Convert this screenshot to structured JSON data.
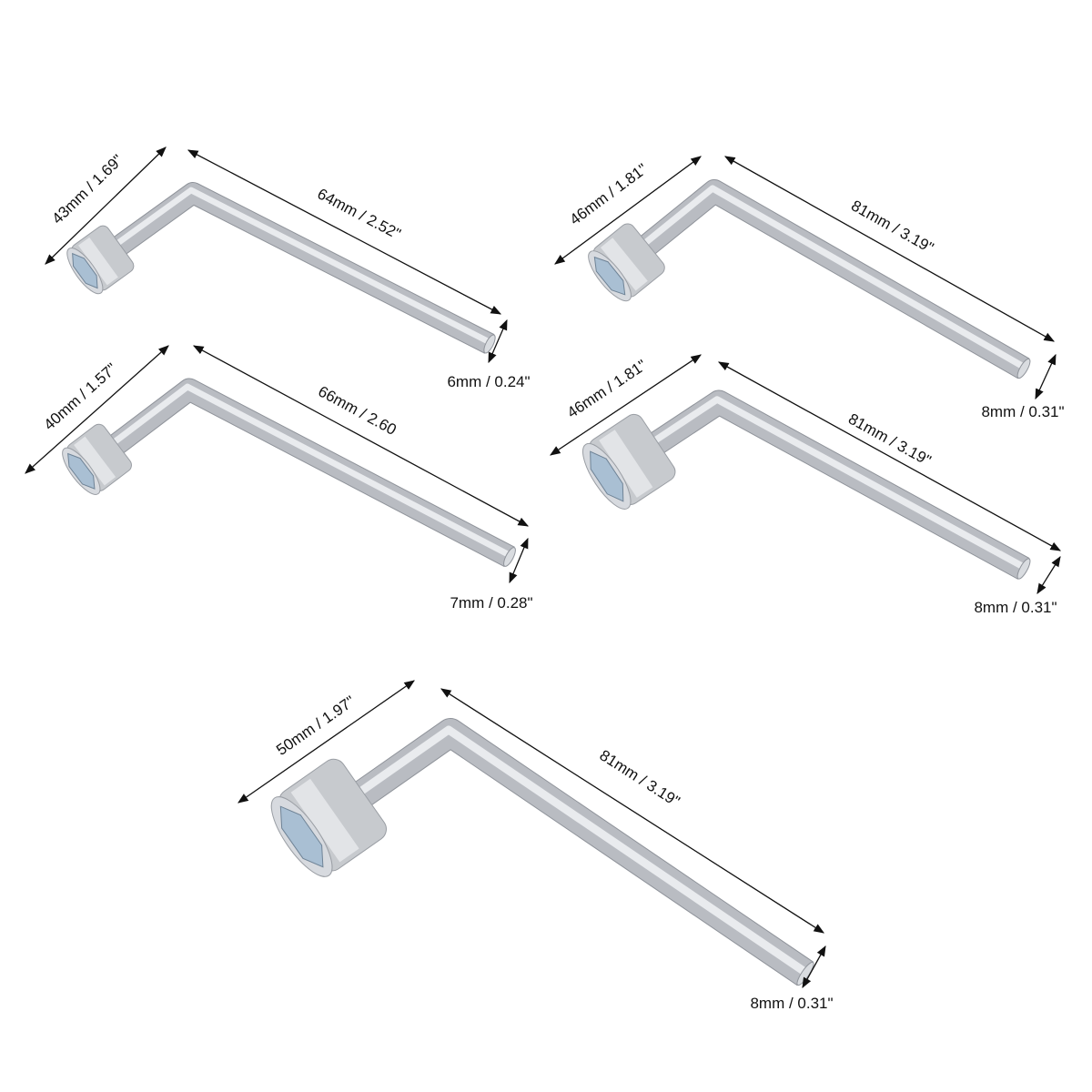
{
  "wrenches": [
    {
      "socket_length": "43mm / 1.69\"",
      "handle_length": "64mm / 2.52\"",
      "rod_diameter": "6mm / 0.24\""
    },
    {
      "socket_length": "46mm / 1.81\"",
      "handle_length": "81mm / 3.19\"",
      "rod_diameter": "8mm / 0.31\""
    },
    {
      "socket_length": "40mm / 1.57\"",
      "handle_length": "66mm / 2.60",
      "rod_diameter": "7mm / 0.28\""
    },
    {
      "socket_length": "46mm / 1.81\"",
      "handle_length": "81mm / 3.19\"",
      "rod_diameter": "8mm / 0.31\""
    },
    {
      "socket_length": "50mm / 1.97\"",
      "handle_length": "81mm / 3.19\"",
      "rod_diameter": "8mm / 0.31\""
    }
  ],
  "colors": {
    "metal": "#b9bcc2",
    "socket_face": "#a9bfd3",
    "line": "#111111"
  }
}
